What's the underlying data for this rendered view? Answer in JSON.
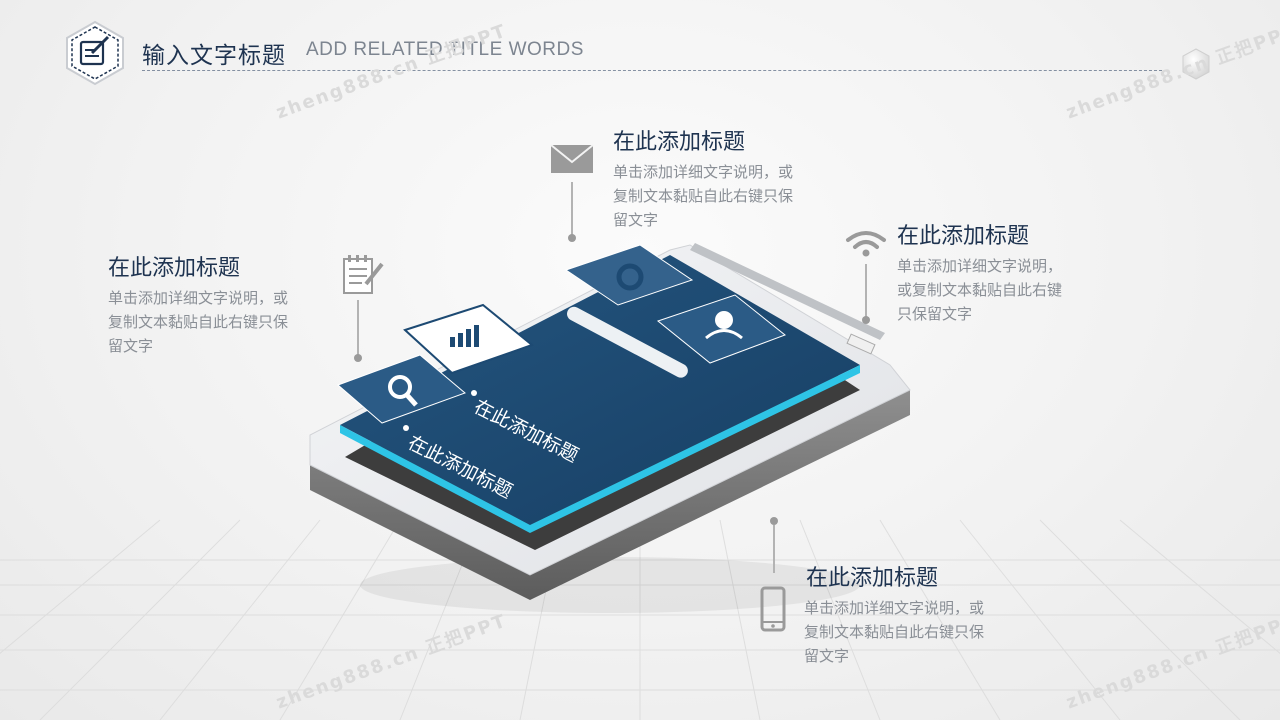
{
  "header": {
    "title_cn": "输入文字标题",
    "title_en": "ADD RELATED TITLE WORDS"
  },
  "blocks": {
    "top": {
      "title": "在此添加标题",
      "desc_lines": [
        "单击添加详细文字说明，或",
        "复制文本黏贴自此右键只保",
        "留文字"
      ]
    },
    "left": {
      "title": "在此添加标题",
      "desc_lines": [
        "单击添加详细文字说明，或",
        "复制文本黏贴自此右键只保",
        "留文字"
      ]
    },
    "right": {
      "title": "在此添加标题",
      "desc_lines": [
        "单击添加详细文字说明，",
        "或复制文本黏贴自此右键",
        "只保留文字"
      ]
    },
    "bottom": {
      "title": "在此添加标题",
      "desc_lines": [
        "单击添加详细文字说明，或",
        "复制文本黏贴自此右键只保",
        "留文字"
      ]
    }
  },
  "phone": {
    "screen_text_1": "在此添加标题",
    "screen_text_2": "在此添加标题"
  },
  "watermarks": [
    "zheng888.cn 正把PPT",
    "zheng888.cn 正把PPT",
    "zheng888.cn 正把PPT",
    "zheng888.cn 正把PPT"
  ],
  "icons": {
    "header": "edit-note-icon",
    "top": "mail-icon",
    "left": "notepad-pencil-icon",
    "right": "wifi-icon",
    "bottom": "mobile-phone-icon",
    "screen": [
      "search-icon",
      "bar-chart-icon",
      "pie-chart-icon",
      "doctor-icon"
    ]
  },
  "colors": {
    "navy": "#1e3350",
    "screen_blue": "#1d4a73",
    "accent_cyan": "#2ec4e6",
    "text_gray": "#8a8f96"
  }
}
